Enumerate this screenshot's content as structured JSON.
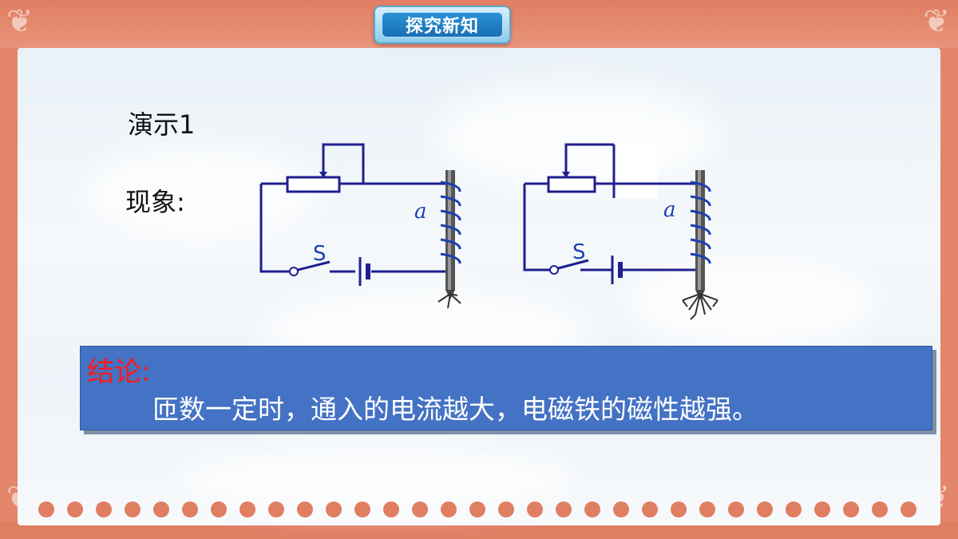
{
  "header": {
    "title": "探究新知"
  },
  "demo": {
    "label": "演示1"
  },
  "phenomenon": {
    "label": "现象:"
  },
  "diagrams": [
    {
      "core_label": "a",
      "switch_label": "S"
    },
    {
      "core_label": "a",
      "switch_label": "S"
    }
  ],
  "conclusion": {
    "title": "结论:",
    "text": "匝数一定时，通入的电流越大，电磁铁的磁性越强。"
  },
  "colors": {
    "frame": "#e07e62",
    "wire": "#1f1f8f",
    "coil": "#1a3fb0",
    "conclusion_bg": "#4472c4",
    "conclusion_title": "#ff1a1a",
    "badge": "#1a6fb5"
  }
}
